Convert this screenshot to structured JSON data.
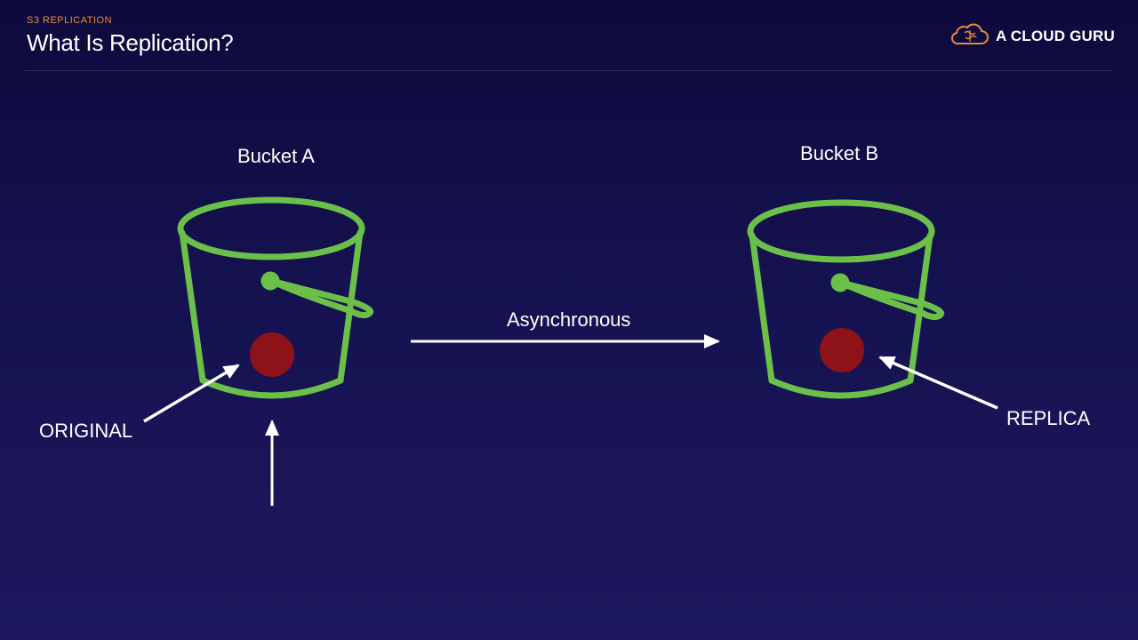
{
  "header": {
    "kicker": "S3 REPLICATION",
    "title": "What Is Replication?"
  },
  "logo": {
    "text": "A CLOUD GURU",
    "icon": "cloud-brain-icon",
    "color": "#e8893a"
  },
  "diagram": {
    "bucket_a_label": "Bucket A",
    "bucket_b_label": "Bucket B",
    "arrow_label": "Asynchronous",
    "original_label": "ORIGINAL",
    "replica_label": "REPLICA"
  },
  "colors": {
    "bucket_outline": "#6cc04a",
    "object_dot": "#8e1318",
    "accent": "#e8893a",
    "arrow": "#ffffff"
  }
}
